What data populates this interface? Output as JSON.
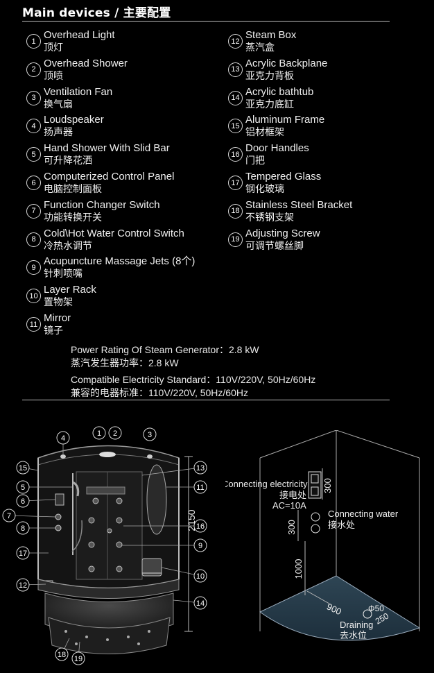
{
  "title": "Main devices / 主要配置",
  "left_items": [
    {
      "n": "1",
      "en": "Overhead Light",
      "zh": "顶灯"
    },
    {
      "n": "2",
      "en": "Overhead Shower",
      "zh": "顶喷"
    },
    {
      "n": "3",
      "en": "Ventilation Fan",
      "zh": "换气扇"
    },
    {
      "n": "4",
      "en": "Loudspeaker",
      "zh": "扬声器"
    },
    {
      "n": "5",
      "en": "Hand Shower With Slid Bar",
      "zh": "可升降花洒"
    },
    {
      "n": "6",
      "en": "Computerized Control Panel",
      "zh": "电脑控制面板"
    },
    {
      "n": "7",
      "en": "Function Changer Switch",
      "zh": "功能转换开关"
    },
    {
      "n": "8",
      "en": "Cold\\Hot Water Control Switch",
      "zh": "冷热水调节"
    },
    {
      "n": "9",
      "en": "Acupuncture Massage Jets (8个)",
      "zh": "针刺喷嘴"
    },
    {
      "n": "10",
      "en": "Layer Rack",
      "zh": "置物架"
    },
    {
      "n": "11",
      "en": "Mirror",
      "zh": "镜子"
    }
  ],
  "right_items": [
    {
      "n": "12",
      "en": "Steam Box",
      "zh": "蒸汽盒"
    },
    {
      "n": "13",
      "en": "Acrylic Backplane",
      "zh": "亚克力背板"
    },
    {
      "n": "14",
      "en": "Acrylic bathtub",
      "zh": "亚克力底缸"
    },
    {
      "n": "15",
      "en": "Aluminum Frame",
      "zh": "铝材框架"
    },
    {
      "n": "16",
      "en": "Door Handles",
      "zh": "门把"
    },
    {
      "n": "17",
      "en": "Tempered Glass",
      "zh": "钢化玻璃"
    },
    {
      "n": "18",
      "en": "Stainless Steel Bracket",
      "zh": "不锈钢支架"
    },
    {
      "n": "19",
      "en": "Adjusting Screw",
      "zh": "可调节螺丝脚"
    }
  ],
  "specs": {
    "power_en": "Power Rating Of Steam Generator：2.8 kW",
    "power_zh": "蒸汽发生器功率：2.8 kW",
    "elec_en": "Compatible Electricity Standard：110V/220V, 50Hz/60Hz",
    "elec_zh": "兼容的电器标准：110V/220V, 50Hz/60Hz"
  },
  "diagram": {
    "height_dim": "2150",
    "callouts": [
      "1",
      "2",
      "3",
      "4",
      "5",
      "6",
      "7",
      "8",
      "9",
      "10",
      "11",
      "12",
      "13",
      "14",
      "15",
      "16",
      "17",
      "18",
      "19"
    ]
  },
  "install": {
    "elec_en": "Connecting electricity",
    "elec_zh": "接电处",
    "elec_ac": "AC=10A",
    "water_en": "Connecting water",
    "water_zh": "接水处",
    "drain_en": "Draining",
    "drain_zh": "去水位",
    "dim_300_top": "300",
    "dim_300_side": "300",
    "dim_1000": "1000",
    "dim_900": "900",
    "dim_250": "250",
    "dim_50": "Φ50"
  }
}
